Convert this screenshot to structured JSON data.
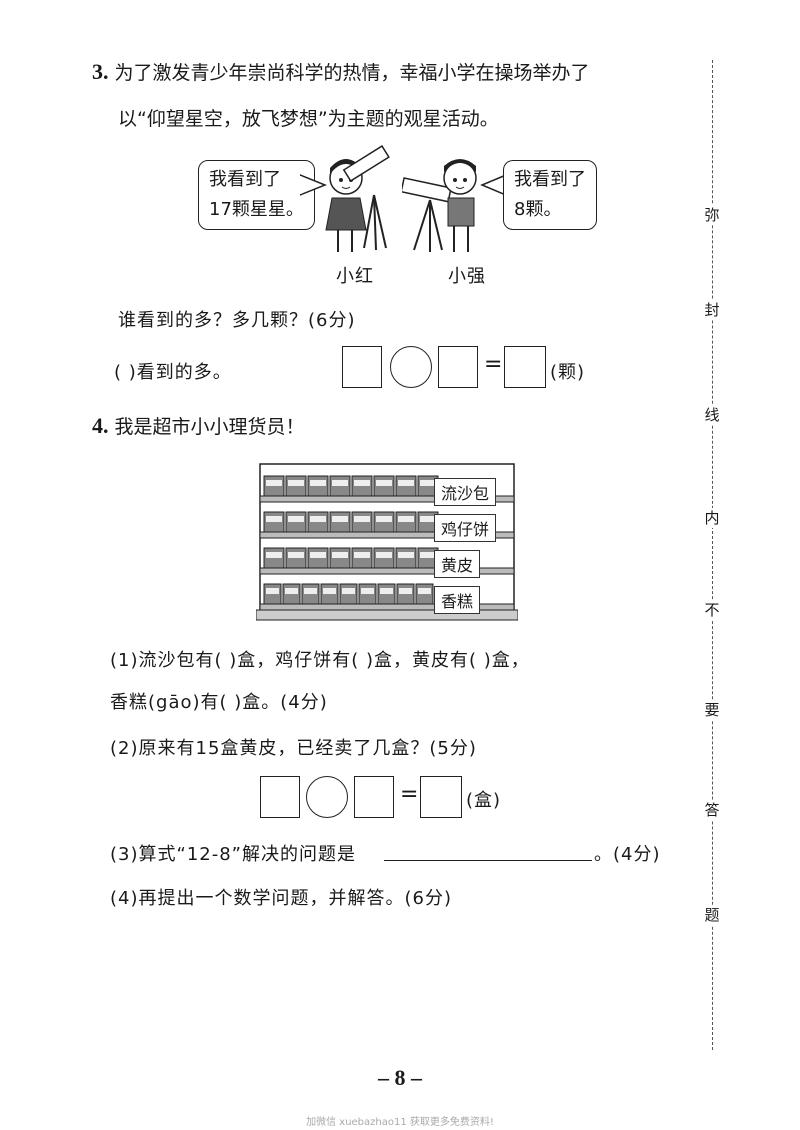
{
  "q3": {
    "number": "3.",
    "line1": "为了激发青少年崇尚科学的热情，幸福小学在操场举办了",
    "line2": "以“仰望星空，放飞梦想”为主题的观星活动。",
    "bubble_left_1": "我看到了",
    "bubble_left_2": "17颗星星。",
    "bubble_right_1": "我看到了",
    "bubble_right_2": "8颗。",
    "name_left": "小红",
    "name_right": "小强",
    "question": "谁看到的多？多几颗？(6分)",
    "answer_prefix": "(        )看到的多。",
    "equals": "=",
    "unit": "(颗)"
  },
  "q4": {
    "number": "4.",
    "title": "我是超市小小理货员！",
    "shelf_labels": [
      "流沙包",
      "鸡仔饼",
      "黄皮",
      "香糕"
    ],
    "p1_line1": "(1)流沙包有(        )盒，鸡仔饼有(        )盒，黄皮有(        )盒，",
    "p1_line2": "香糕(gāo)有(        )盒。(4分)",
    "p2": "(2)原来有15盒黄皮，已经卖了几盒？(5分)",
    "equals": "=",
    "unit": "(盒)",
    "p3_prefix": "(3)算式“12-8”解决的问题是",
    "p3_suffix": "。(4分)",
    "p4": "(4)再提出一个数学问题，并解答。(6分)"
  },
  "side_chars": [
    "弥",
    "封",
    "线",
    "内",
    "不",
    "要",
    "答",
    "题"
  ],
  "page_number": "– 8 –",
  "footer": "加微信 xuebazhao11 获取更多免费资料!"
}
